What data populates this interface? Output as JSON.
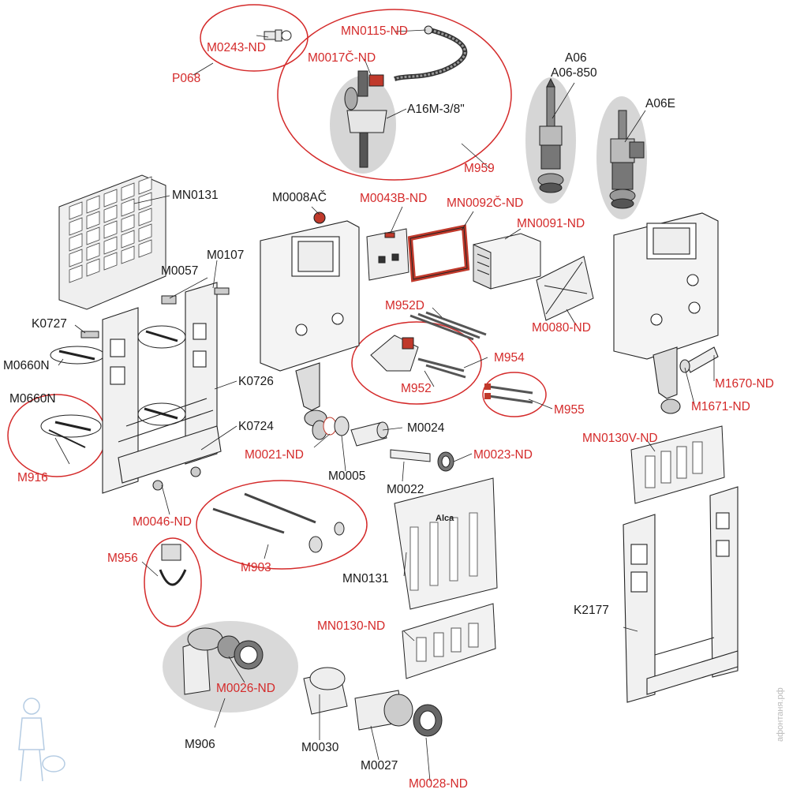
{
  "colors": {
    "red_label": "#d42a2a",
    "black_label": "#1a1a1a",
    "part_fill": "#f2f2f2",
    "part_stroke": "#222222",
    "highlight_bg": "#d6d6d6",
    "accent_red": "#c0392b"
  },
  "labels": {
    "P068": "P068",
    "M0243": "M0243-ND",
    "MN0115": "MN0115-ND",
    "M0017C": "M0017Č-ND",
    "A16M": "A16M-3/8\"",
    "M959": "M959",
    "A06": "A06",
    "A06_850": "A06-850",
    "A06E": "A06E",
    "MN0131_top": "MN0131",
    "M0008AC": "M0008AČ",
    "M0043B": "M0043B-ND",
    "MN0092C": "MN0092Č-ND",
    "MN0091": "MN0091-ND",
    "M0107": "M0107",
    "M0057": "M0057",
    "K0727": "K0727",
    "M0660N_1": "M0660N",
    "M0660N_2": "M0660N",
    "K0726": "K0726",
    "K0724": "K0724",
    "M916": "M916",
    "M952D": "M952D",
    "M954": "M954",
    "M952": "M952",
    "M955": "M955",
    "M0080": "M0080-ND",
    "M1670": "M1670-ND",
    "M1671": "M1671-ND",
    "MN0130V": "MN0130V-ND",
    "M0024": "M0024",
    "M0021": "M0021-ND",
    "M0005": "M0005",
    "M0023": "M0023-ND",
    "M0022": "M0022",
    "M0046": "M0046-ND",
    "M903": "M903",
    "M956": "M956",
    "MN0131_bottom": "MN0131",
    "K2177": "K2177",
    "MN0130": "MN0130-ND",
    "M0026": "M0026-ND",
    "M906": "M906",
    "M0030": "M0030",
    "M0027": "M0027",
    "M0028": "M0028-ND",
    "brand": "Alca",
    "watermark": "афонтаня.рф"
  }
}
